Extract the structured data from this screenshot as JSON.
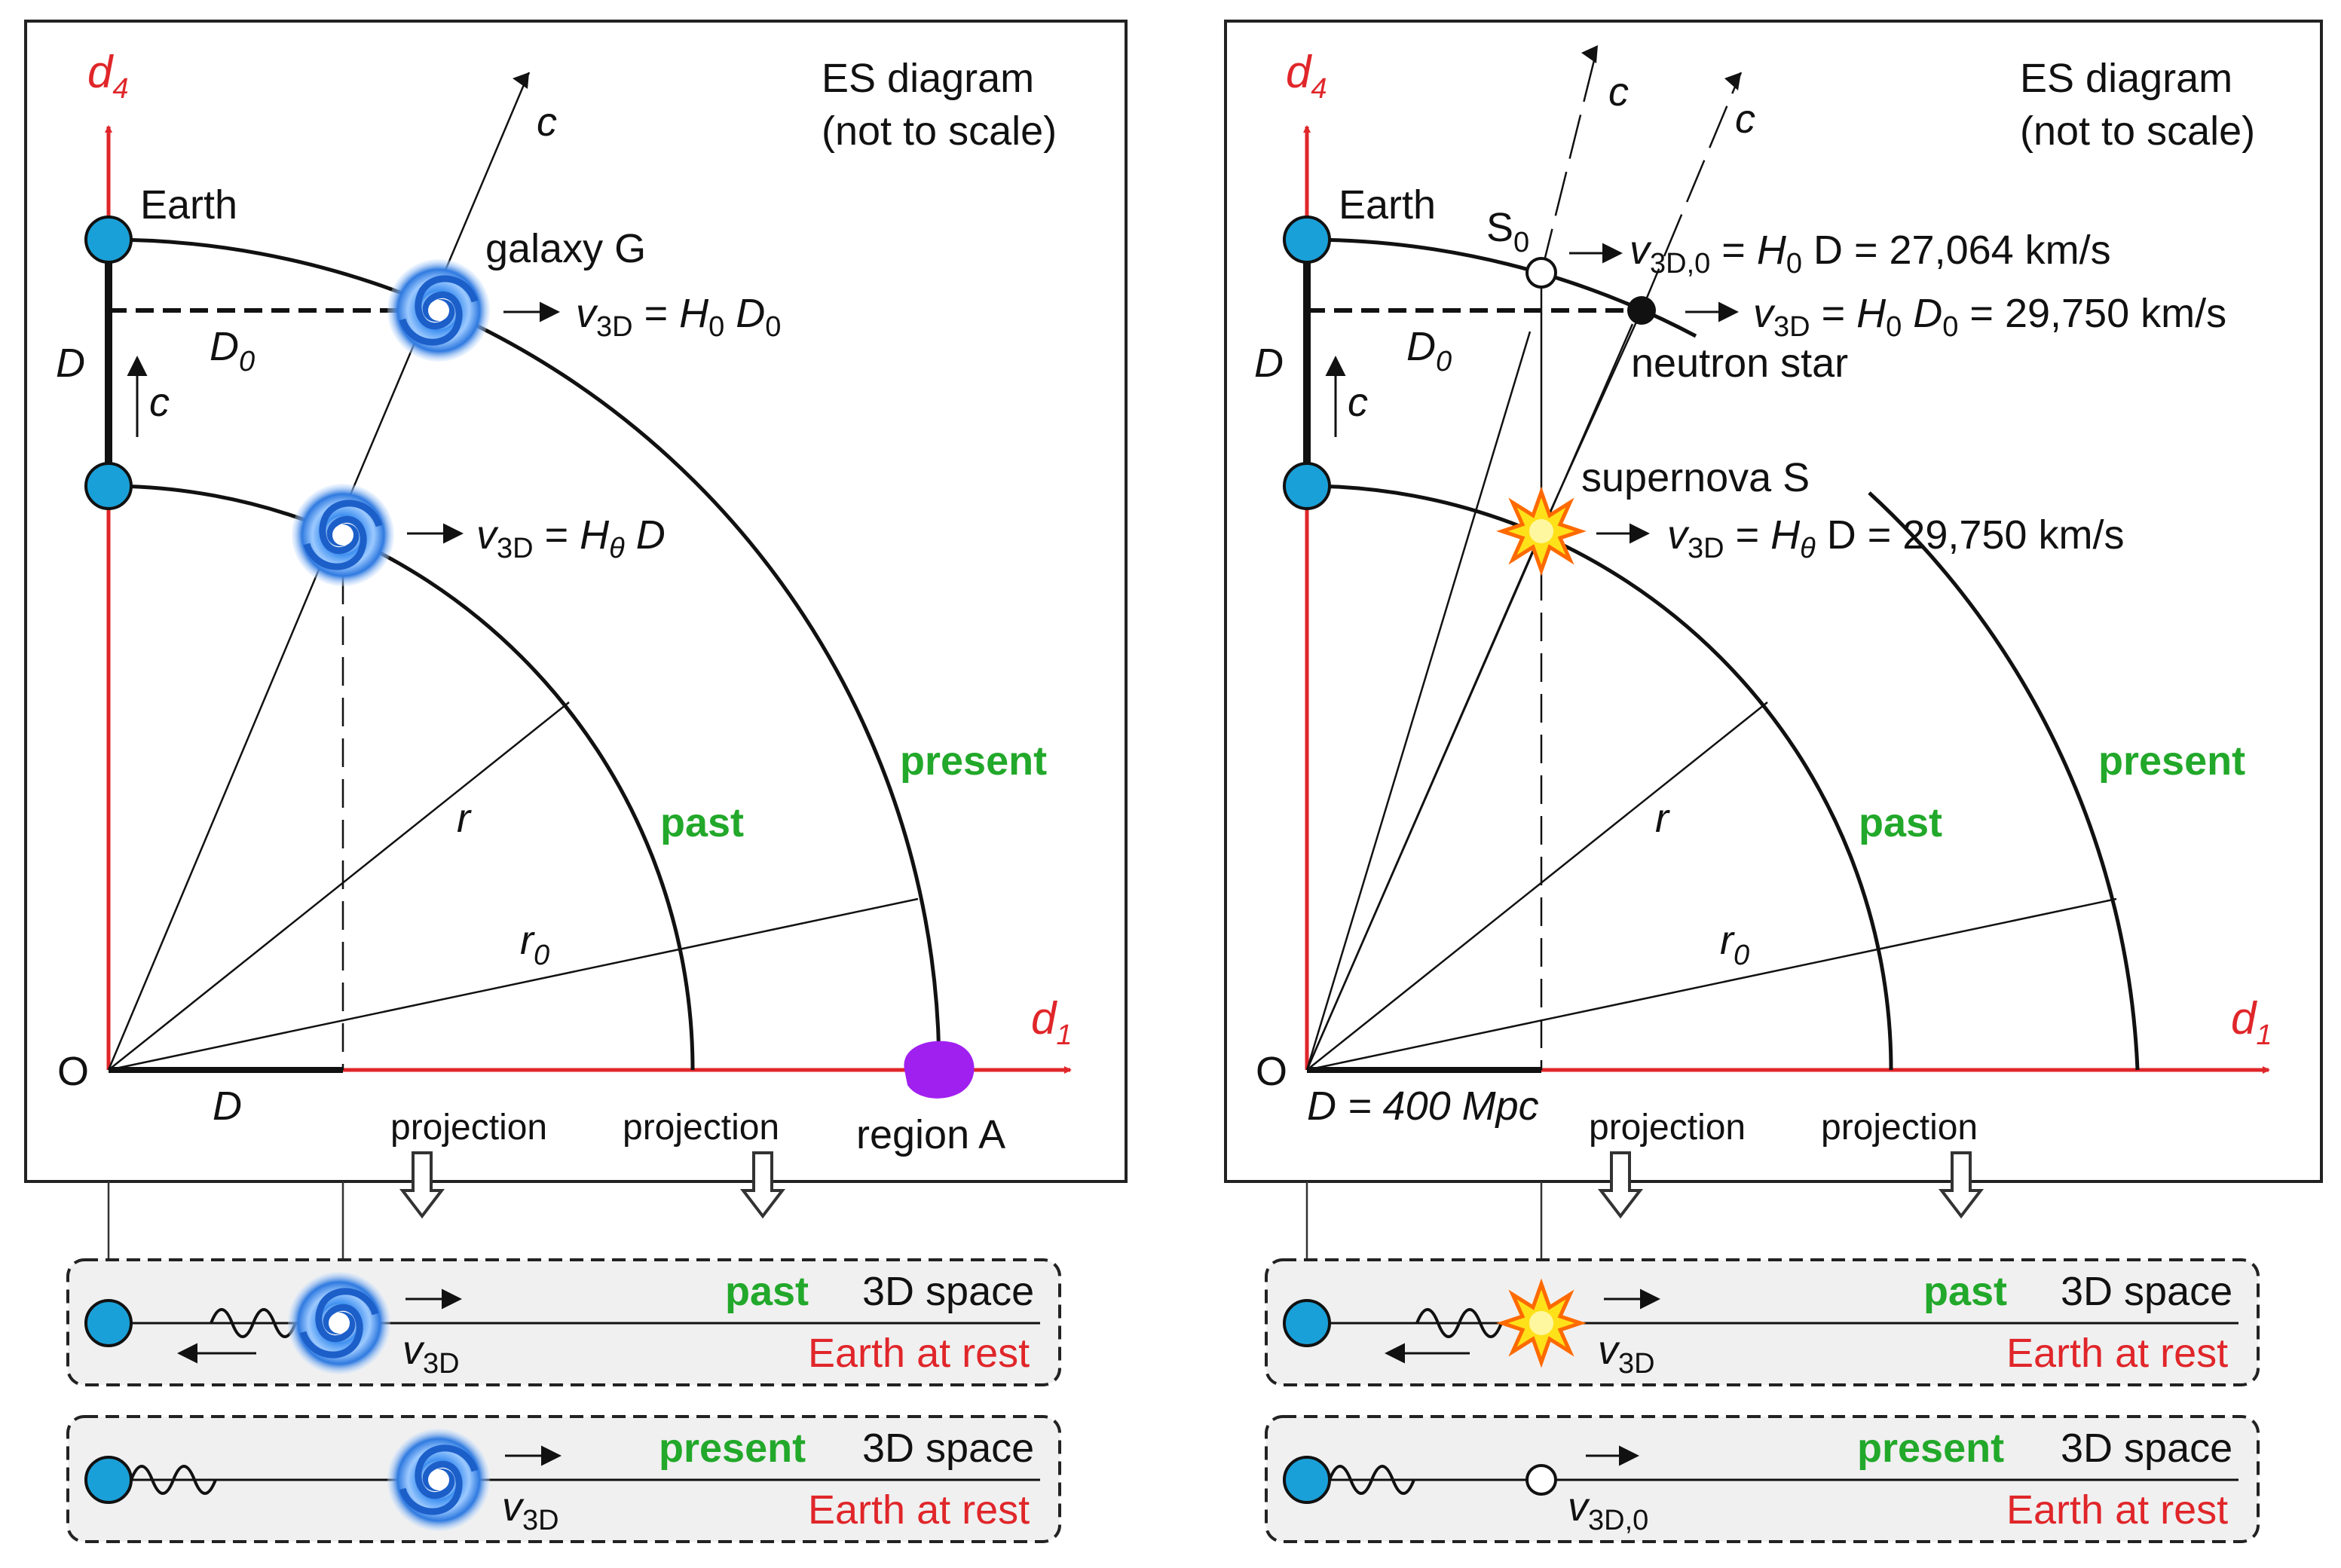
{
  "colors": {
    "axis": "#e0262a",
    "present_label": "#22a82a",
    "past_label": "#22a82a",
    "earth_at_rest": "#e0262a",
    "earth_fill": "#1aa0d8",
    "region_a": "#a020f0",
    "supernova_core": "#ffe11a",
    "supernova_rim": "#ff6a00",
    "inset_bg": "#f0f0f0"
  },
  "icons": {
    "earth": "earth-circle-icon",
    "galaxy": "spiral-galaxy-icon",
    "supernova": "starburst-icon",
    "neutron_star": "filled-dot-icon",
    "s0": "hollow-dot-icon",
    "projection": "hollow-down-arrow-icon",
    "photon": "wave-icon"
  },
  "left": {
    "axis_y": {
      "main": "d",
      "sub": "4"
    },
    "axis_x": {
      "main": "d",
      "sub": "1"
    },
    "origin": "O",
    "title_line1": "ES diagram",
    "title_line2": "(not to scale)",
    "earth": "Earth",
    "galaxy": "galaxy G",
    "c_top": "c",
    "c_side": "c",
    "d_vertical": "D",
    "d0": {
      "main": "D",
      "sub": "0"
    },
    "d_bottom": "D",
    "r": "r",
    "r0": {
      "main": "r",
      "sub": "0"
    },
    "past": "past",
    "present": "present",
    "region": "region A",
    "projection1": "projection",
    "projection2": "projection",
    "eq_top": {
      "v": "v",
      "vsub": "3D",
      "eq": " = ",
      "h": "H",
      "hsub": "0",
      "d": " D",
      "dsub": "0"
    },
    "eq_mid": {
      "v": "v",
      "vsub": "3D",
      "eq": " = ",
      "h": "H",
      "hsub": "θ",
      "d": " D"
    }
  },
  "right": {
    "axis_y": {
      "main": "d",
      "sub": "4"
    },
    "axis_x": {
      "main": "d",
      "sub": "1"
    },
    "origin": "O",
    "title_line1": "ES diagram",
    "title_line2": "(not to scale)",
    "earth": "Earth",
    "s0": {
      "main": "S",
      "sub": "0"
    },
    "c1": "c",
    "c2": "c",
    "c_side": "c",
    "d_vertical": "D",
    "d0": {
      "main": "D",
      "sub": "0"
    },
    "neutron_star": "neutron star",
    "supernova": "supernova S",
    "r": "r",
    "r0": {
      "main": "r",
      "sub": "0"
    },
    "past": "past",
    "present": "present",
    "d_bottom": "D = 400 Mpc",
    "projection1": "projection",
    "projection2": "projection",
    "eq_s0": {
      "v": "v",
      "vsub": "3D,0",
      "eq": " = ",
      "h": "H",
      "hsub": "0",
      "rest": " D = 27,064 km/s"
    },
    "eq_ns": {
      "v": "v",
      "vsub": "3D",
      "eq": " = ",
      "h": "H",
      "hsub": "0",
      "d": " D",
      "dsub": "0",
      "rest": " = 29,750 km/s"
    },
    "eq_sn": {
      "v": "v",
      "vsub": "3D",
      "eq": " = ",
      "h": "H",
      "hsub": "θ",
      "rest": " D = 29,750 km/s"
    }
  },
  "insets": {
    "left_past": {
      "state": "past",
      "space": "3D space",
      "rest": "Earth at rest",
      "v": "v",
      "vsub": "3D"
    },
    "left_present": {
      "state": "present",
      "space": "3D space",
      "rest": "Earth at rest",
      "v": "v",
      "vsub": "3D"
    },
    "right_past": {
      "state": "past",
      "space": "3D space",
      "rest": "Earth at rest",
      "v": "v",
      "vsub": "3D"
    },
    "right_present": {
      "state": "present",
      "space": "3D space",
      "rest": "Earth at rest",
      "v": "v",
      "vsub": "3D,0"
    }
  }
}
